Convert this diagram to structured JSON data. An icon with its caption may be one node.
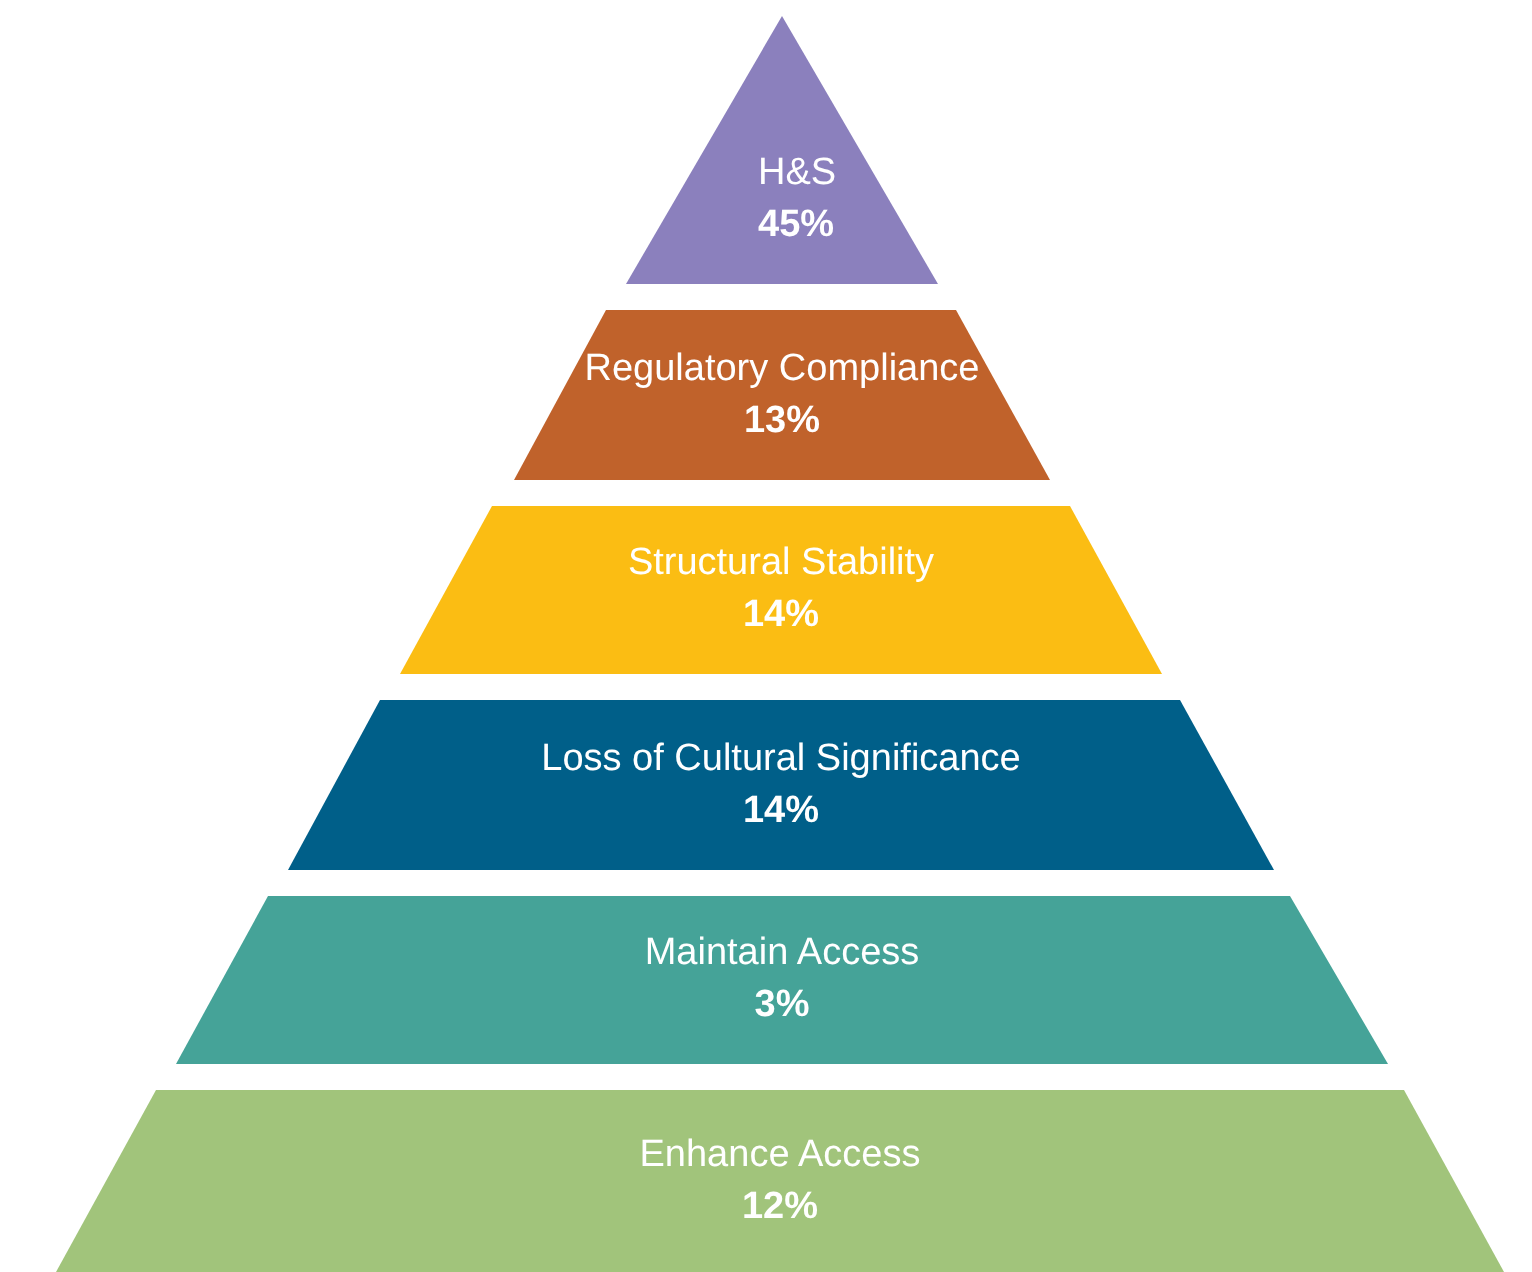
{
  "diagram": {
    "nodes": [
      {
        "text": [
          "H&S",
          "45%"
        ]
      },
      {
        "text": [
          "Regulatory Compliance",
          "13%"
        ]
      },
      {
        "text": [
          "Structural Stability",
          "14%"
        ]
      },
      {
        "text": [
          "Loss of Cultural Significance",
          "14%"
        ]
      },
      {
        "text": [
          "Maintain Access",
          "3%"
        ]
      },
      {
        "text": [
          "Enhance Access",
          "12%"
        ]
      }
    ]
  }
}
